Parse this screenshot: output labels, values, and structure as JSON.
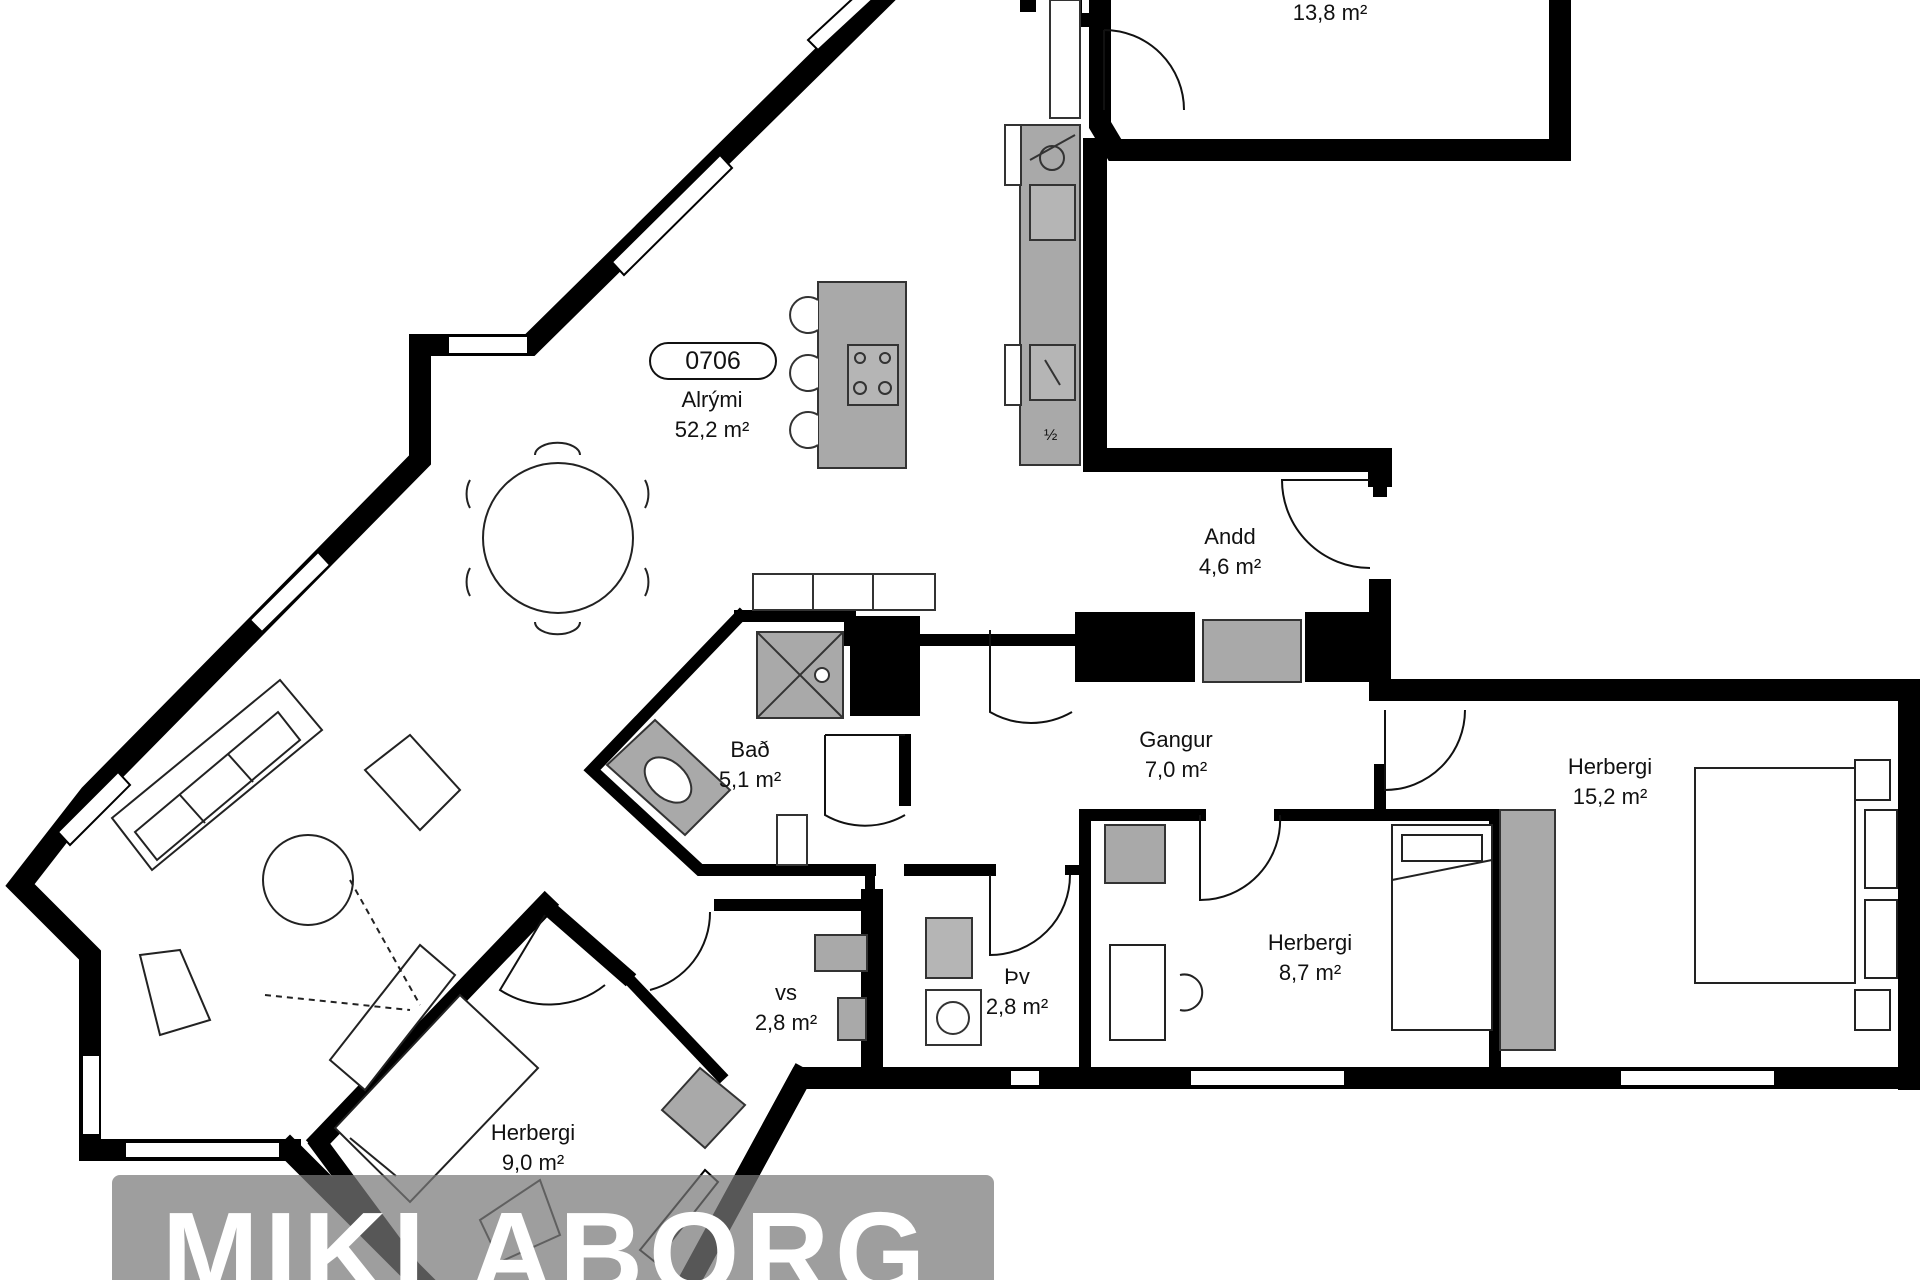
{
  "unit_number": "0706",
  "rooms": [
    {
      "id": "top",
      "name": "",
      "area": "13,8 m²"
    },
    {
      "id": "alrymi",
      "name": "Alrými",
      "area": "52,2 m²"
    },
    {
      "id": "andd",
      "name": "Andd",
      "area": "4,6 m²"
    },
    {
      "id": "bad",
      "name": "Bað",
      "area": "5,1 m²"
    },
    {
      "id": "gangur",
      "name": "Gangur",
      "area": "7,0 m²"
    },
    {
      "id": "herbergi_large",
      "name": "Herbergi",
      "area": "15,2 m²"
    },
    {
      "id": "herbergi_mid",
      "name": "Herbergi",
      "area": "8,7 m²"
    },
    {
      "id": "vs",
      "name": "vs",
      "area": "2,8 m²"
    },
    {
      "id": "thv",
      "name": "Þv",
      "area": "2,8 m²"
    },
    {
      "id": "herbergi_small",
      "name": "Herbergi",
      "area": "9,0 m²"
    }
  ],
  "watermark": "MIKLABORG",
  "colors": {
    "wall": "#000000",
    "fixture": "#a9a9a9",
    "fixture_stroke": "#333333",
    "watermark_bg": "#787878"
  }
}
